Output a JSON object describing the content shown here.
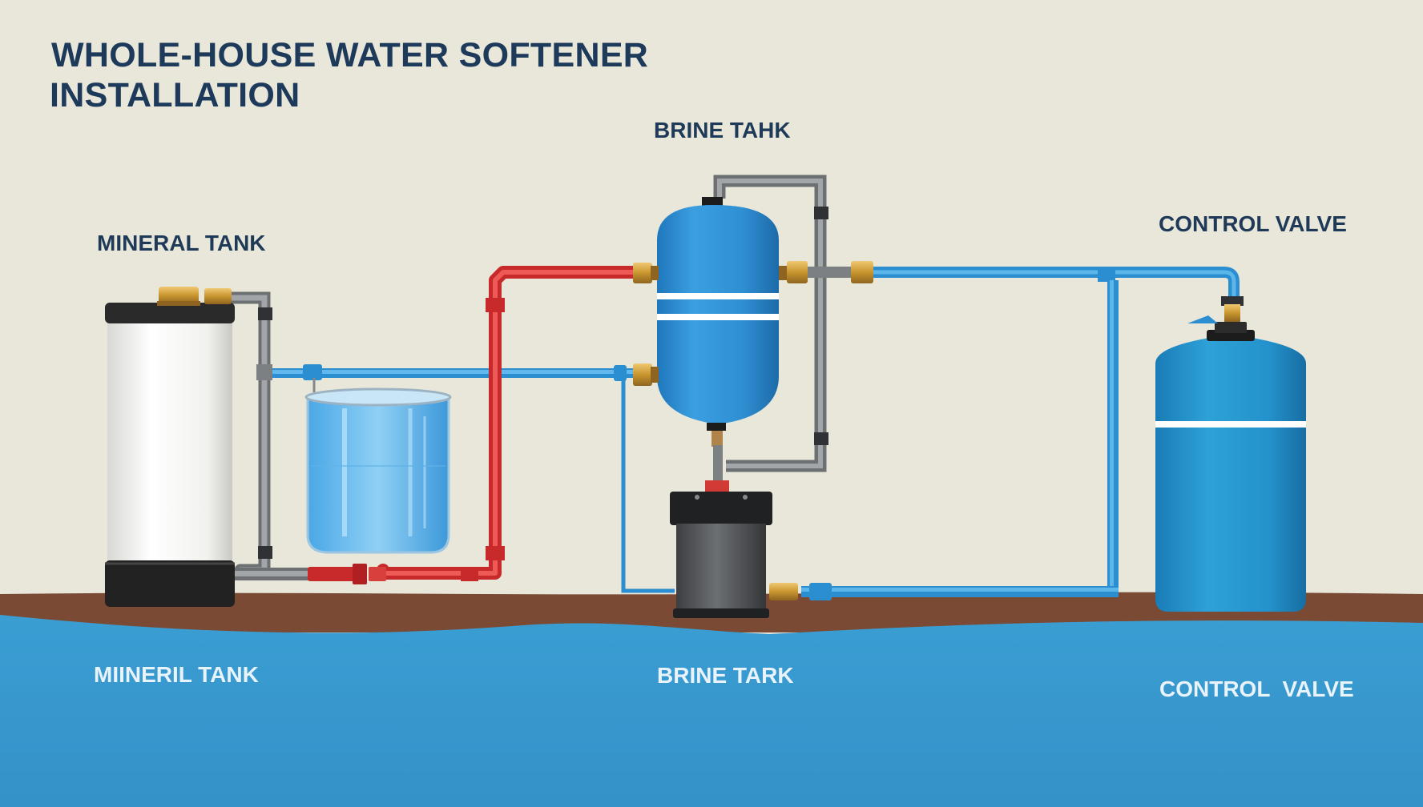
{
  "title": {
    "line1": "WHOLE-HOUSE WATER SOFTENER",
    "line2": "INSTALLATION"
  },
  "labels": {
    "mineral_tank": "MINERAL TANK",
    "brine_tank_top": "BRINE TAHK",
    "control_valve_top": "CONTROL VALVE",
    "mineral_tank_bottom": "MIINERIL TANK",
    "brine_tank_bottom": "BRINE TARK",
    "control_valve_bottom": "CONTROL  VALVE"
  },
  "colors": {
    "background": "#e9e7d9",
    "title": "#1d3a5a",
    "tank_blue": "#2e8fd0",
    "pipe_blue": "#2b9ad9",
    "pipe_red": "#e0383a",
    "pipe_gray": "#8a8d90",
    "brass": "#c8962f",
    "soil": "#7a4a34",
    "water": "#3798cd"
  }
}
